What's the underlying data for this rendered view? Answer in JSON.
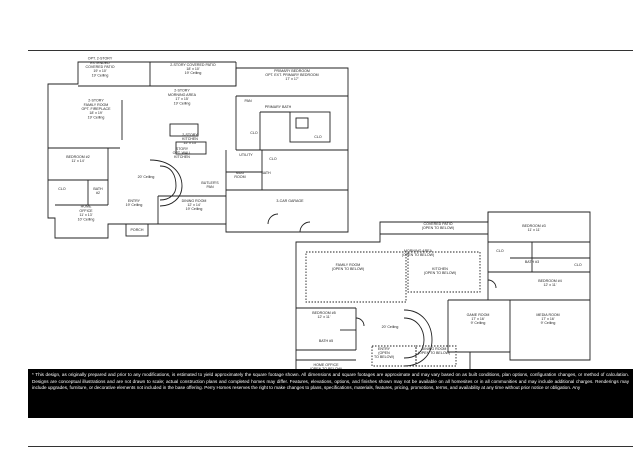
{
  "floor1": {
    "rooms": [
      {
        "id": "opt-covered-patio",
        "lines": [
          "OPT. 2-STORY",
          "EXTENDED",
          "COVERED PATIO",
          "19' x 10'",
          "19' Ceiling"
        ]
      },
      {
        "id": "covered-patio",
        "lines": [
          "2-STORY COVERED PATIO",
          "18' x 10'",
          "19' Ceiling"
        ]
      },
      {
        "id": "primary-bedroom",
        "lines": [
          "PRIMARY BEDROOM",
          "OPT. EXT. PRIMARY BEDROOM",
          "17' x 17'"
        ]
      },
      {
        "id": "family-room",
        "lines": [
          "2-STORY",
          "FAMILY ROOM",
          "OPT. FIREPLACE",
          "18' x 19'",
          "19' Ceiling"
        ]
      },
      {
        "id": "morning-area",
        "lines": [
          "2-STORY",
          "MORNING AREA",
          "17' x 15'",
          "19' Ceiling"
        ]
      },
      {
        "id": "pan",
        "lines": [
          "PAN"
        ]
      },
      {
        "id": "primary-bath",
        "lines": [
          "PRIMARY BATH"
        ]
      },
      {
        "id": "kitchen",
        "lines": [
          "2-STORY",
          "KITCHEN",
          "15' x 13'"
        ]
      },
      {
        "id": "clo-1",
        "lines": [
          "CLO"
        ]
      },
      {
        "id": "clo-2",
        "lines": [
          "CLO"
        ]
      },
      {
        "id": "bedroom-2",
        "lines": [
          "BEDROOM #2",
          "11' x 14'"
        ]
      },
      {
        "id": "study",
        "lines": [
          "STORY",
          "OPT. WALL",
          "KITCHEN"
        ]
      },
      {
        "id": "utility",
        "lines": [
          "UTILITY"
        ]
      },
      {
        "id": "clo-3",
        "lines": [
          "CLO"
        ]
      },
      {
        "id": "bath",
        "lines": [
          "BATH"
        ]
      },
      {
        "id": "mud-room",
        "lines": [
          "MUD",
          "ROOM"
        ]
      },
      {
        "id": "butlers-pan",
        "lines": [
          "BUTLER'S",
          "PAN"
        ]
      },
      {
        "id": "stair-ceiling",
        "lines": [
          "20' Ceiling"
        ]
      },
      {
        "id": "garage",
        "lines": [
          "3-CAR GARAGE"
        ]
      },
      {
        "id": "clo-4",
        "lines": [
          "CLO"
        ]
      },
      {
        "id": "bath-2",
        "lines": [
          "BATH",
          "#2"
        ]
      },
      {
        "id": "entry",
        "lines": [
          "ENTRY",
          "19' Ceiling"
        ]
      },
      {
        "id": "dining-room",
        "lines": [
          "DINING ROOM",
          "12' x 14'",
          "19' Ceiling"
        ]
      },
      {
        "id": "home-office",
        "lines": [
          "HOME",
          "OFFICE",
          "11' x 13'",
          "10' Ceiling"
        ]
      },
      {
        "id": "porch",
        "lines": [
          "PORCH"
        ]
      }
    ]
  },
  "floor2": {
    "rooms": [
      {
        "id": "covered-patio-2",
        "lines": [
          "COVERED PATIO",
          "(OPEN TO BELOW)"
        ]
      },
      {
        "id": "bedroom-3",
        "lines": [
          "BEDROOM #3",
          "11' x 11'"
        ]
      },
      {
        "id": "morning-area-2",
        "lines": [
          "MORNING AREA",
          "(OPEN TO BELOW)"
        ]
      },
      {
        "id": "family-room-2",
        "lines": [
          "FAMILY ROOM",
          "(OPEN TO BELOW)"
        ]
      },
      {
        "id": "kitchen-2",
        "lines": [
          "KITCHEN",
          "(OPEN TO BELOW)"
        ]
      },
      {
        "id": "clo-5",
        "lines": [
          "CLO"
        ]
      },
      {
        "id": "bath-3",
        "lines": [
          "BATH #3"
        ]
      },
      {
        "id": "clo-6",
        "lines": [
          "CLO"
        ]
      },
      {
        "id": "bedroom-4",
        "lines": [
          "BEDROOM #4",
          "12' x 11'"
        ]
      },
      {
        "id": "bedroom-5",
        "lines": [
          "BEDROOM #5",
          "12' x 11'"
        ]
      },
      {
        "id": "stair-ceiling-2",
        "lines": [
          "20' Ceiling"
        ]
      },
      {
        "id": "game-room",
        "lines": [
          "GAME ROOM",
          "17' x 16'",
          "9' Ceiling"
        ]
      },
      {
        "id": "media-room",
        "lines": [
          "MEDIA ROOM",
          "17' x 16'",
          "9' Ceiling"
        ]
      },
      {
        "id": "bath-5",
        "lines": [
          "BATH #5"
        ]
      },
      {
        "id": "entry-2",
        "lines": [
          "ENTRY",
          "(OPEN",
          "TO BELOW)"
        ]
      },
      {
        "id": "dining-room-2",
        "lines": [
          "DINING ROOM",
          "(OPEN TO BELOW)"
        ]
      },
      {
        "id": "home-office-2",
        "lines": [
          "HOME OFFICE",
          "(OPEN TO BELOW)"
        ]
      }
    ]
  },
  "disclaimer": "* This design, as originally prepared and prior to any modifications, is estimated to yield approximately the square footage shown. All dimensions and square footages are approximate and may vary based on as built conditions, plan options, configuration changes, or method of calculation. Designs are conceptual illustrations and are not drawn to scale; actual construction plans and completed homes may differ. Features, elevations, options, and finishes shown may not be available on all homesites or in all communities and may include additional charges. Renderings may include upgrades, furniture, or decorative elements not included in the base offering. Perry Homes reserves the right to make changes to plans, specifications, materials, features, pricing, promotions, terms, and availability at any time without prior notice or obligation. Any"
}
